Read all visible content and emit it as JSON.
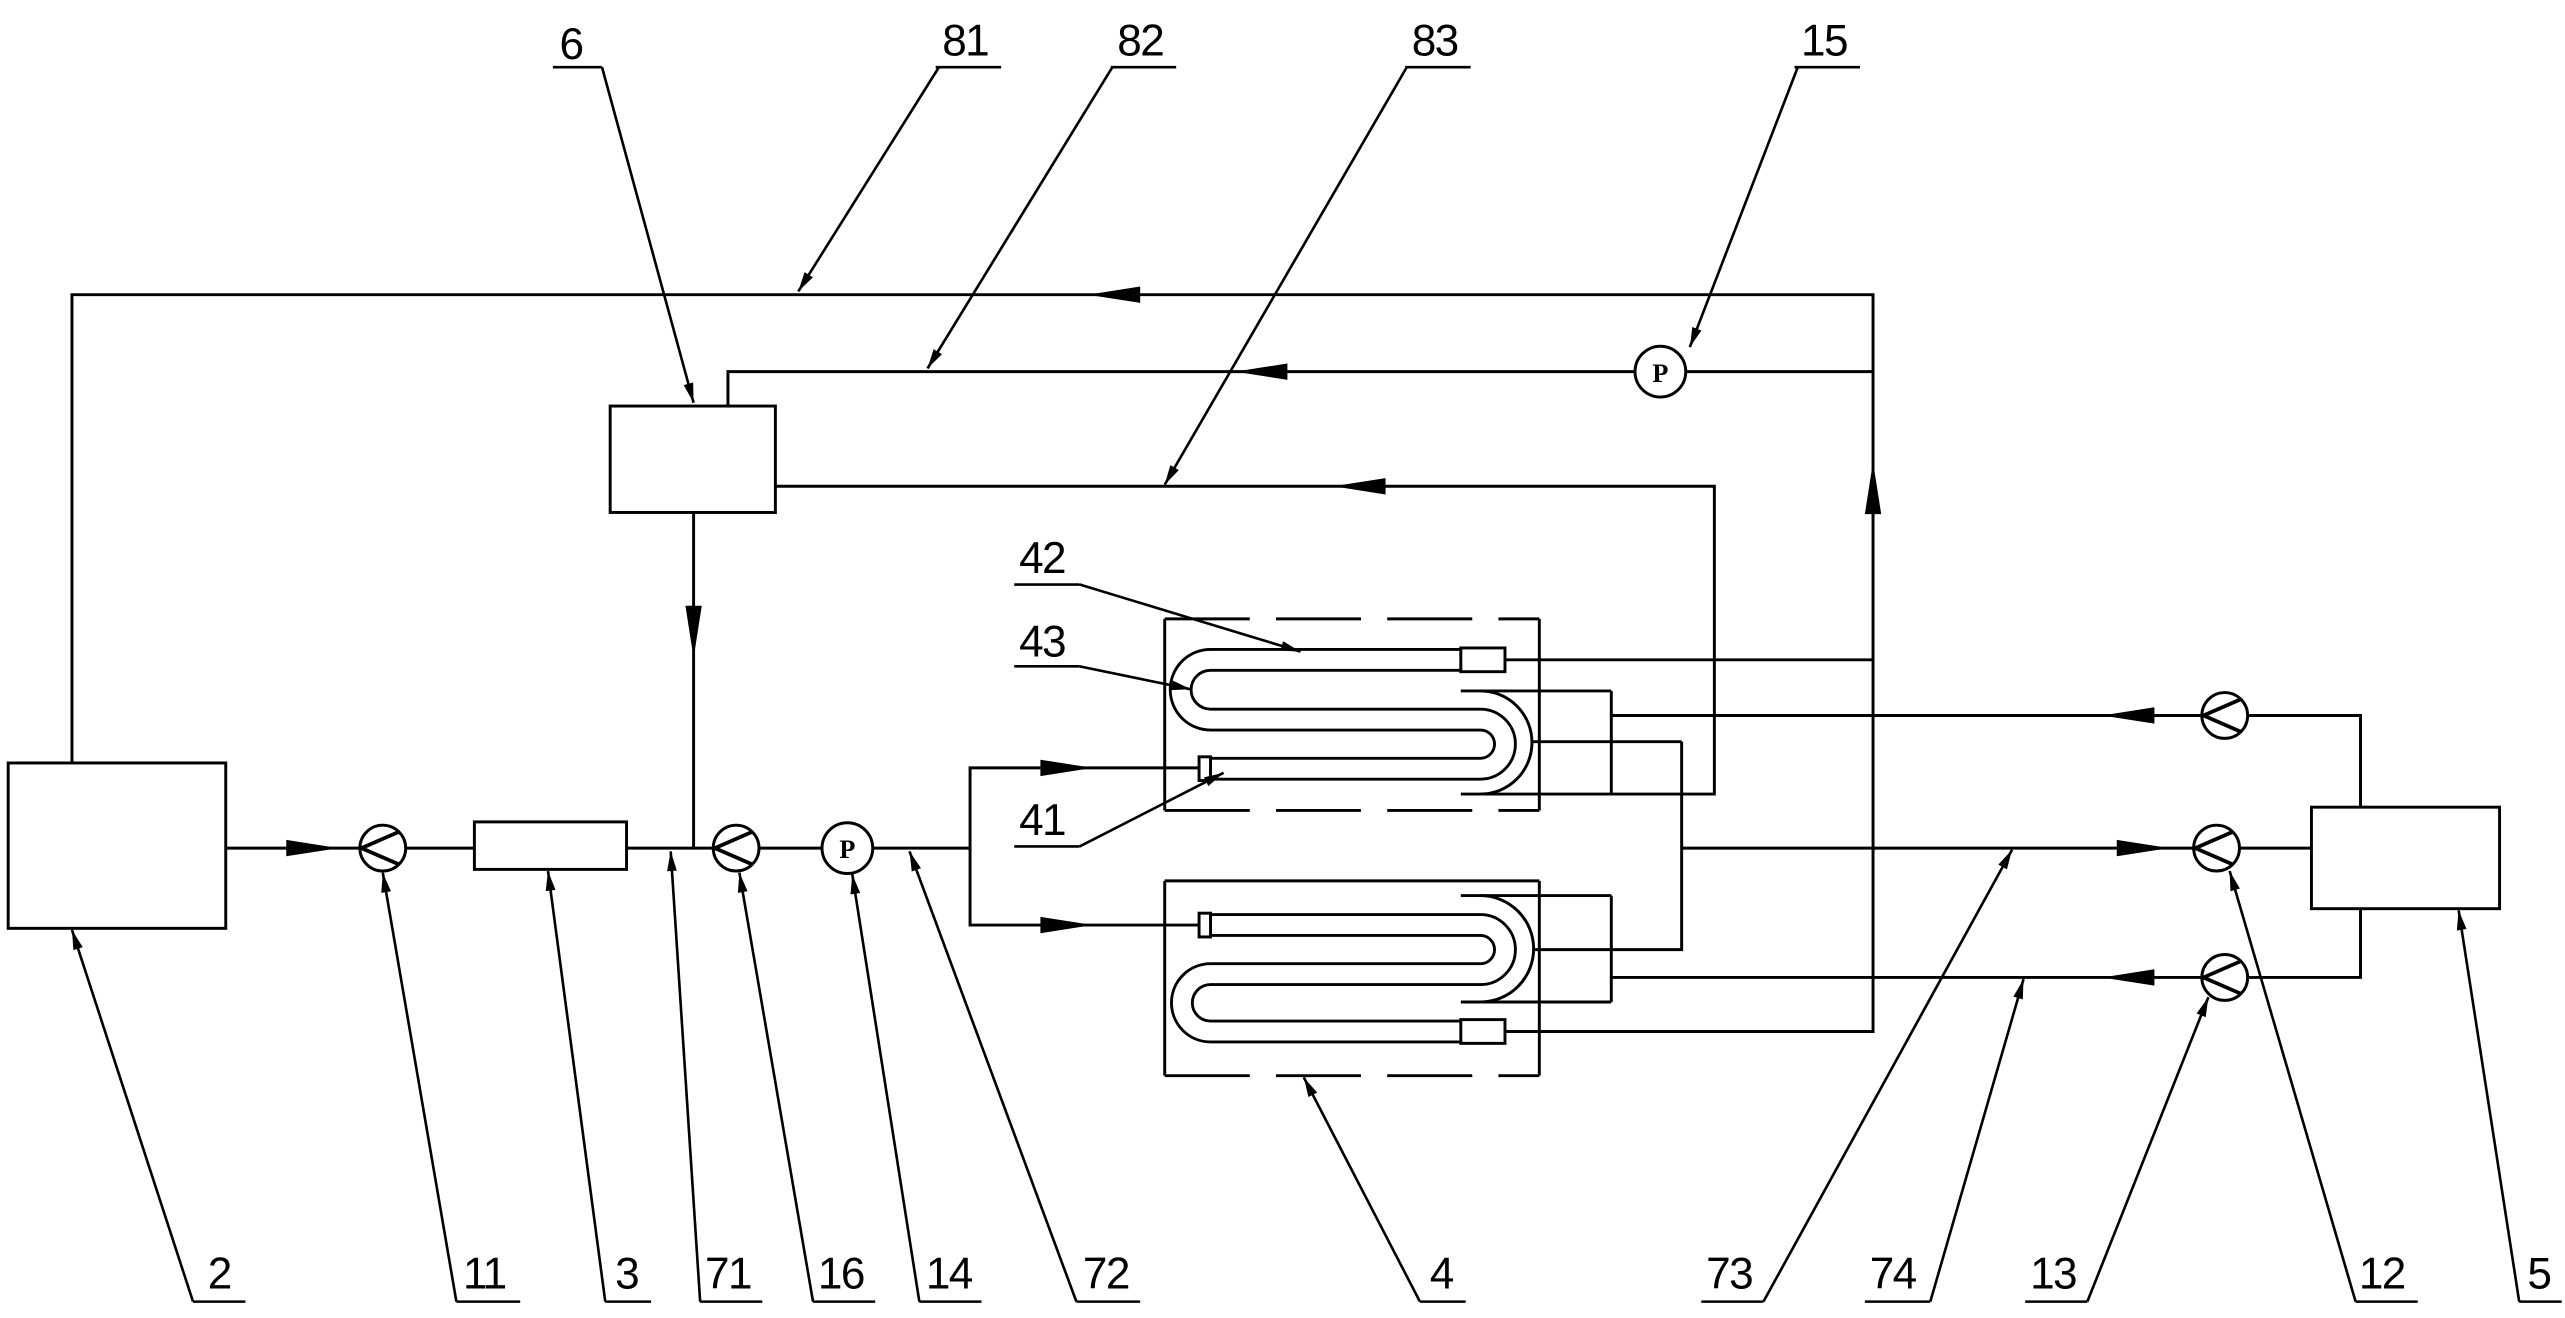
{
  "diagram": {
    "callouts": [
      "81",
      "82",
      "83",
      "15",
      "6",
      "42",
      "43",
      "41",
      "2",
      "11",
      "3",
      "71",
      "16",
      "14",
      "72",
      "4",
      "73",
      "74",
      "13",
      "12",
      "5"
    ],
    "pump_symbol": "P"
  }
}
